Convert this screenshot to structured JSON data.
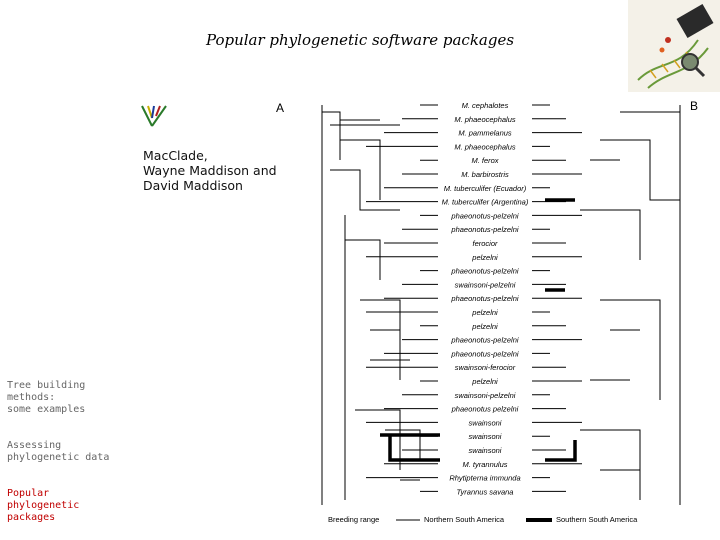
{
  "title": "Popular phylogenetic software packages",
  "macclade": {
    "line1": "MacClade,",
    "line2": "Wayne Maddison and",
    "line3": "David Maddison"
  },
  "sidebar": [
    {
      "lines": [
        "Tree building",
        "methods:",
        "some examples"
      ],
      "active": false
    },
    {
      "lines": [
        "Assessing",
        "phylogenetic data"
      ],
      "active": false
    },
    {
      "lines": [
        "Popular",
        "phylogenetic",
        "packages"
      ],
      "active": true
    }
  ],
  "figure": {
    "panel_a": "A",
    "panel_b": "B",
    "taxa": [
      "M. cephalotes",
      "M. phaeocephalus",
      "M. pammelanus",
      "M. phaeocephalus",
      "M. ferox",
      "M. barbirostris",
      "M. tuberculifer (Ecuador)",
      "M. tuberculifer (Argentina)",
      "phaeonotus-pelzelni",
      "phaeonotus-pelzelni",
      "ferocior",
      "pelzelni",
      "phaeonotus-pelzelni",
      "swainsoni-pelzelni",
      "phaeonotus-pelzelni",
      "pelzelni",
      "pelzelni",
      "phaeonotus-pelzelni",
      "phaeonotus-pelzelni",
      "swainsoni-ferocior",
      "pelzelni",
      "swainsoni-pelzelni",
      "phaeonotus pelzelni",
      "swainsoni",
      "swainsoni",
      "swainsoni",
      "M. tyrannulus",
      "Rhytipterna immunda",
      "Tyrannus savana"
    ],
    "legend": {
      "label1": "Breeding range",
      "label2": "Northern South America",
      "label3": "Southern South America"
    }
  },
  "colors": {
    "sidebar_text": "#666666",
    "sidebar_active": "#c00000"
  },
  "icons": {
    "corner": "dna-magnifier-graphic",
    "macclade": "macclade-tree-logo"
  }
}
